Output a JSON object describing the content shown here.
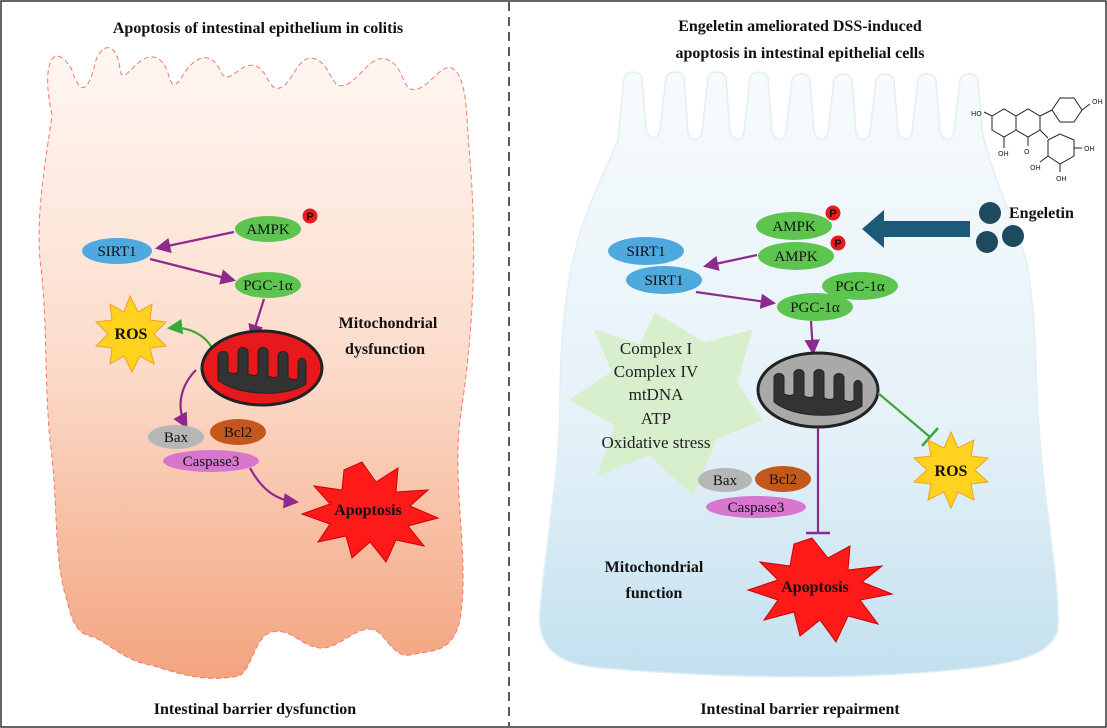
{
  "left": {
    "title": "Apoptosis of intestinal epithelium in colitis",
    "footer": "Intestinal barrier dysfunction",
    "mito_label_1": "Mitochondrial",
    "mito_label_2": "dysfunction",
    "nodes": {
      "ampk": "AMPK",
      "sirt1": "SIRT1",
      "pgc1a": "PGC-1α",
      "ros": "ROS",
      "bax": "Bax",
      "bcl2": "Bcl2",
      "caspase3": "Caspase3",
      "apoptosis": "Apoptosis"
    }
  },
  "right": {
    "title_line1": "Engeletin ameliorated DSS-induced",
    "title_line2": "apoptosis in intestinal epithelial cells",
    "footer": "Intestinal barrier repairment",
    "compound": "Engeletin",
    "mito_label_1": "Mitochondrial",
    "mito_label_2": "function",
    "nodes": {
      "ampk": "AMPK",
      "sirt1": "SIRT1",
      "pgc1a": "PGC-1α",
      "ros": "ROS",
      "bax": "Bax",
      "bcl2": "Bcl2",
      "caspase3": "Caspase3",
      "apoptosis": "Apoptosis"
    },
    "star_items": [
      "Complex I",
      "Complex IV",
      "mtDNA",
      "ATP",
      "Oxidative stress"
    ]
  },
  "phospho": "P",
  "structure_labels": {
    "oh": "OH",
    "ho": "HO",
    "o": "O"
  },
  "colors": {
    "ampk_pgc": "#5dc44f",
    "sirt1": "#4fa8de",
    "bax": "#b6b6b6",
    "bcl2": "#c4581c",
    "caspase3": "#d776cf",
    "ros_fill": "#ffd21f",
    "apoptosis_fill": "#ff1a1a",
    "arrow": "#8e2a8e",
    "engeletin": "#1d4a5e"
  }
}
